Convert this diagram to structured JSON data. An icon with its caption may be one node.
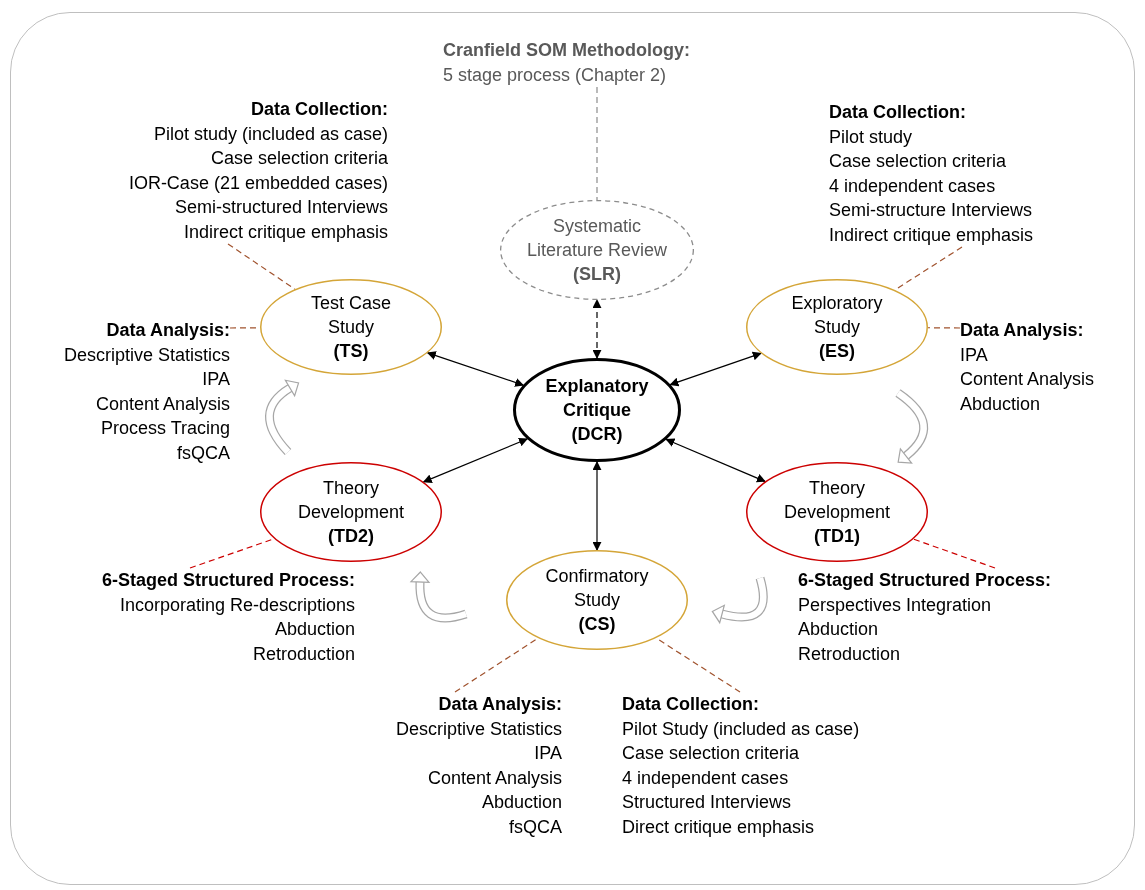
{
  "diagram": {
    "nodes": [
      {
        "text": [
          "Cranfield SOM Methodology:",
          "5 stage process (Chapter 2)"
        ]
      },
      {
        "text": [
          "Systematic Literature Review",
          "(SLR)"
        ]
      },
      {
        "text": [
          "Test Case Study",
          "(TS)"
        ]
      },
      {
        "text": [
          "Exploratory Study",
          "(ES)"
        ]
      },
      {
        "text": [
          "Explanatory Critique",
          "(DCR)"
        ]
      },
      {
        "text": [
          "Theory Development",
          "(TD2)"
        ]
      },
      {
        "text": [
          "Theory Development",
          "(TD1)"
        ]
      },
      {
        "text": [
          "Confirmatory Study",
          "(CS)"
        ]
      },
      {
        "text": [
          "Data Collection:",
          "Pilot study (included as case)",
          "Case selection criteria",
          "IOR-Case (21 embedded cases)",
          "Semi-structured Interviews",
          "Indirect critique emphasis"
        ]
      },
      {
        "text": [
          "Data Collection:",
          "Pilot study",
          "Case selection criteria",
          "4 independent cases",
          "Semi-structure Interviews",
          "Indirect critique emphasis"
        ]
      },
      {
        "text": [
          "Data Analysis:",
          "Descriptive Statistics",
          "IPA",
          "Content Analysis",
          "Process Tracing",
          "fsQCA"
        ]
      },
      {
        "text": [
          "Data Analysis:",
          "IPA",
          "Content Analysis",
          "Abduction"
        ]
      },
      {
        "text": [
          "6-Staged Structured Process:",
          "Incorporating Re-descriptions",
          "Abduction",
          "Retroduction"
        ]
      },
      {
        "text": [
          "6-Staged Structured Process:",
          "Perspectives Integration",
          "Abduction",
          "Retroduction"
        ]
      },
      {
        "text": [
          "Data Analysis:",
          "Descriptive Statistics",
          "IPA",
          "Content Analysis",
          "Abduction",
          "fsQCA"
        ]
      },
      {
        "text": [
          "Data Collection:",
          "Pilot Study (included as case)",
          "Case selection criteria",
          "4 independent cases",
          "Structured Interviews",
          "Direct critique emphasis"
        ]
      }
    ],
    "edges": [
      {
        "from": 0,
        "to": 1,
        "arrow": "none",
        "style": "dashed",
        "color": "#8c8c8c"
      },
      {
        "from": 4,
        "to": 1,
        "arrow": "both",
        "style": "dashed"
      },
      {
        "from": 4,
        "to": 2,
        "arrow": "both"
      },
      {
        "from": 4,
        "to": 3,
        "arrow": "both"
      },
      {
        "from": 4,
        "to": 5,
        "arrow": "both"
      },
      {
        "from": 4,
        "to": 6,
        "arrow": "both"
      },
      {
        "from": 4,
        "to": 7,
        "arrow": "both"
      },
      {
        "from": 8,
        "to": 2,
        "arrow": "none",
        "style": "dashed",
        "color": "#a0522d"
      },
      {
        "from": 10,
        "to": 2,
        "arrow": "none",
        "style": "dashed",
        "color": "#a0522d"
      },
      {
        "from": 9,
        "to": 3,
        "arrow": "none",
        "style": "dashed",
        "color": "#a0522d"
      },
      {
        "from": 11,
        "to": 3,
        "arrow": "none",
        "style": "dashed",
        "color": "#a0522d"
      },
      {
        "from": 12,
        "to": 5,
        "arrow": "none",
        "style": "dashed",
        "color": "#cc0000"
      },
      {
        "from": 13,
        "to": 6,
        "arrow": "none",
        "style": "dashed",
        "color": "#cc0000"
      },
      {
        "from": 14,
        "to": 7,
        "arrow": "none",
        "style": "dashed",
        "color": "#a0522d"
      },
      {
        "from": 15,
        "to": 7,
        "arrow": "none",
        "style": "dashed",
        "color": "#a0522d"
      }
    ]
  }
}
